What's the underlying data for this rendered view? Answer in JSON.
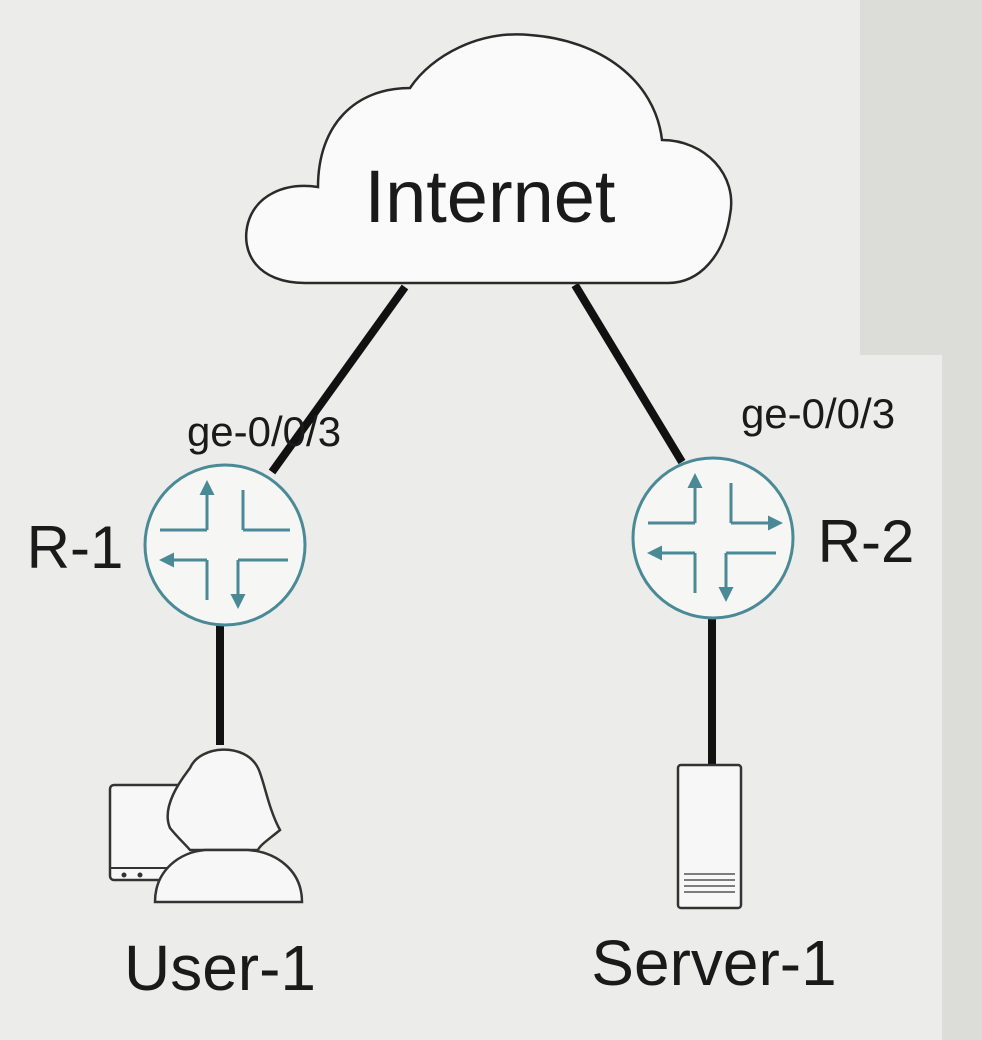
{
  "diagram": {
    "cloud": {
      "label": "Internet"
    },
    "routers": [
      {
        "name": "R-1",
        "interface": "ge-0/0/3"
      },
      {
        "name": "R-2",
        "interface": "ge-0/0/3"
      }
    ],
    "endpoints": [
      {
        "name": "User-1",
        "icon": "user-workstation-icon"
      },
      {
        "name": "Server-1",
        "icon": "server-icon"
      }
    ],
    "colors": {
      "background": "#dcdcd8",
      "panel": "#ececea",
      "router_stroke": "#4a8a96",
      "link": "#111111"
    }
  }
}
